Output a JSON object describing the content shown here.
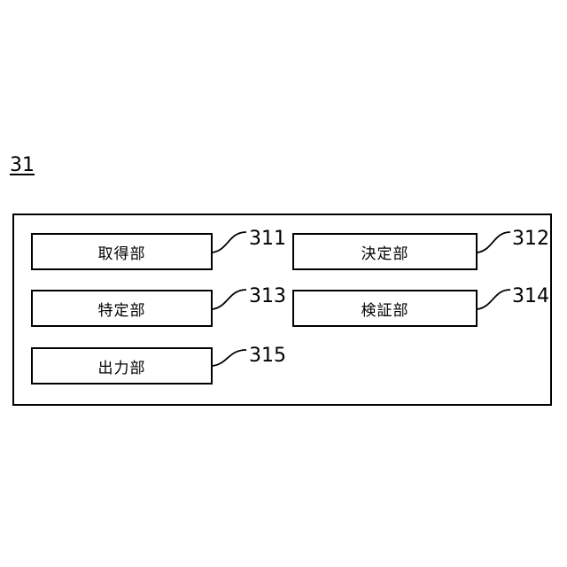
{
  "figure": {
    "label": "31"
  },
  "units": [
    {
      "name": "取得部",
      "ref": "311"
    },
    {
      "name": "決定部",
      "ref": "312"
    },
    {
      "name": "特定部",
      "ref": "313"
    },
    {
      "name": "検証部",
      "ref": "314"
    },
    {
      "name": "出力部",
      "ref": "315"
    }
  ]
}
